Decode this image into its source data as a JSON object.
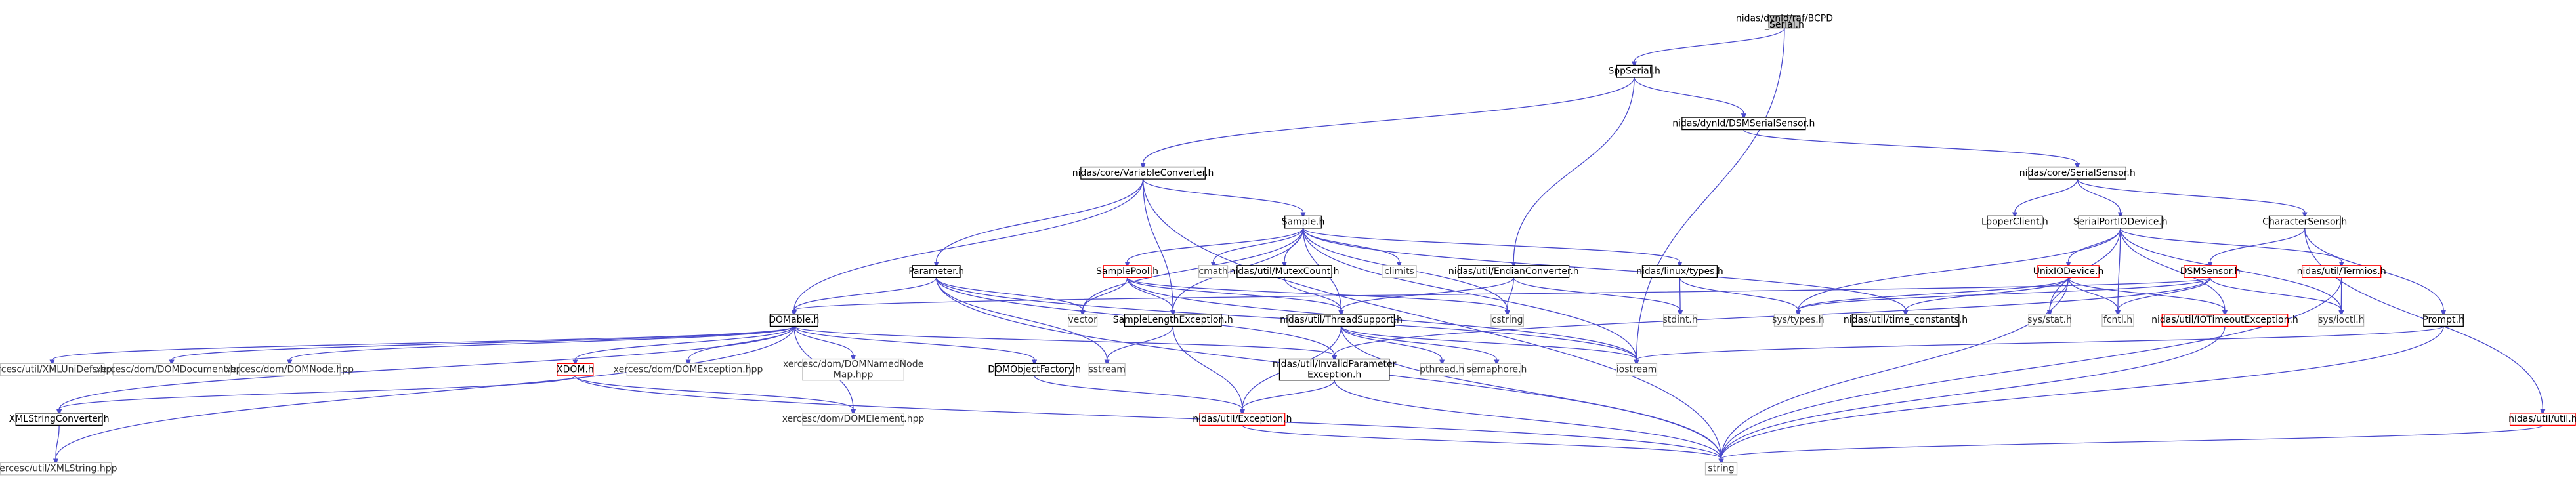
{
  "colors": {
    "edge": "#4a4acc",
    "root_fill": "#bfbfbf",
    "root_stroke": "#000000",
    "node_stroke": "#000000",
    "ext_stroke": "#bfbfbf",
    "red_stroke": "#ff0000",
    "text": "#000000",
    "ext_text": "#333333"
  },
  "nodes": [
    {
      "id": "root",
      "lines": [
        "nidas/dynld/raf/BCPD",
        "_Serial.h"
      ],
      "kind": "root"
    },
    {
      "id": "spp",
      "lines": [
        "SppSerial.h"
      ],
      "kind": "internal"
    },
    {
      "id": "dsmserial",
      "lines": [
        "nidas/dynld/DSMSerialSensor.h"
      ],
      "kind": "internal"
    },
    {
      "id": "varconv",
      "lines": [
        "nidas/core/VariableConverter.h"
      ],
      "kind": "internal"
    },
    {
      "id": "serialsensor",
      "lines": [
        "nidas/core/SerialSensor.h"
      ],
      "kind": "internal"
    },
    {
      "id": "sample",
      "lines": [
        "Sample.h"
      ],
      "kind": "internal"
    },
    {
      "id": "looper",
      "lines": [
        "LooperClient.h"
      ],
      "kind": "internal"
    },
    {
      "id": "serialport",
      "lines": [
        "SerialPortIODevice.h"
      ],
      "kind": "internal"
    },
    {
      "id": "charsensor",
      "lines": [
        "CharacterSensor.h"
      ],
      "kind": "internal"
    },
    {
      "id": "parameter",
      "lines": [
        "Parameter.h"
      ],
      "kind": "internal"
    },
    {
      "id": "samplepool",
      "lines": [
        "SamplePool.h"
      ],
      "kind": "red"
    },
    {
      "id": "cmath",
      "lines": [
        "cmath"
      ],
      "kind": "external"
    },
    {
      "id": "mutexcount",
      "lines": [
        "nidas/util/MutexCount.h"
      ],
      "kind": "internal"
    },
    {
      "id": "climits",
      "lines": [
        "climits"
      ],
      "kind": "external"
    },
    {
      "id": "endian",
      "lines": [
        "nidas/util/EndianConverter.h"
      ],
      "kind": "internal"
    },
    {
      "id": "linuxtypes",
      "lines": [
        "nidas/linux/types.h"
      ],
      "kind": "internal"
    },
    {
      "id": "unixio",
      "lines": [
        "UnixIODevice.h"
      ],
      "kind": "red"
    },
    {
      "id": "dsmsensor",
      "lines": [
        "DSMSensor.h"
      ],
      "kind": "red"
    },
    {
      "id": "termios",
      "lines": [
        "nidas/util/Termios.h"
      ],
      "kind": "red"
    },
    {
      "id": "domable",
      "lines": [
        "DOMable.h"
      ],
      "kind": "internal"
    },
    {
      "id": "vector",
      "lines": [
        "vector"
      ],
      "kind": "external"
    },
    {
      "id": "samplelen",
      "lines": [
        "SampleLengthException.h"
      ],
      "kind": "internal"
    },
    {
      "id": "cstring",
      "lines": [
        "cstring"
      ],
      "kind": "external"
    },
    {
      "id": "threadsupport",
      "lines": [
        "nidas/util/ThreadSupport.h"
      ],
      "kind": "internal"
    },
    {
      "id": "stdint",
      "lines": [
        "stdint.h"
      ],
      "kind": "external"
    },
    {
      "id": "systypes",
      "lines": [
        "sys/types.h"
      ],
      "kind": "external"
    },
    {
      "id": "timeconst",
      "lines": [
        "nidas/util/time_constants.h"
      ],
      "kind": "internal"
    },
    {
      "id": "sysstat",
      "lines": [
        "sys/stat.h"
      ],
      "kind": "external"
    },
    {
      "id": "fcntl",
      "lines": [
        "fcntl.h"
      ],
      "kind": "external"
    },
    {
      "id": "iotimeout",
      "lines": [
        "nidas/util/IOTimeoutException.h"
      ],
      "kind": "red"
    },
    {
      "id": "sysioctl",
      "lines": [
        "sys/ioctl.h"
      ],
      "kind": "external"
    },
    {
      "id": "prompt",
      "lines": [
        "Prompt.h"
      ],
      "kind": "internal"
    },
    {
      "id": "xmllinidefs",
      "lines": [
        "xercesc/util/XMLUniDefs.hpp"
      ],
      "kind": "external"
    },
    {
      "id": "domdocument",
      "lines": [
        "xercesc/dom/DOMDocument.hpp"
      ],
      "kind": "external"
    },
    {
      "id": "domnode",
      "lines": [
        "xercesc/dom/DOMNode.hpp"
      ],
      "kind": "external"
    },
    {
      "id": "xdom",
      "lines": [
        "XDOM.h"
      ],
      "kind": "red"
    },
    {
      "id": "domexception",
      "lines": [
        "xercesc/dom/DOMException.hpp"
      ],
      "kind": "external"
    },
    {
      "id": "domnamednode",
      "lines": [
        "xercesc/dom/DOMNamedNode",
        "Map.hpp"
      ],
      "kind": "external"
    },
    {
      "id": "domobjfactory",
      "lines": [
        "DOMObjectFactory.h"
      ],
      "kind": "internal"
    },
    {
      "id": "sstream",
      "lines": [
        "sstream"
      ],
      "kind": "external"
    },
    {
      "id": "invalidparam",
      "lines": [
        "nidas/util/InvalidParameter",
        "Exception.h"
      ],
      "kind": "internal"
    },
    {
      "id": "pthread",
      "lines": [
        "pthread.h"
      ],
      "kind": "external"
    },
    {
      "id": "semaphore",
      "lines": [
        "semaphore.h"
      ],
      "kind": "external"
    },
    {
      "id": "iostream",
      "lines": [
        "iostream"
      ],
      "kind": "external"
    },
    {
      "id": "xmlstrconv",
      "lines": [
        "XMLStringConverter.h"
      ],
      "kind": "internal"
    },
    {
      "id": "domelement",
      "lines": [
        "xercesc/dom/DOMElement.hpp"
      ],
      "kind": "external"
    },
    {
      "id": "exception",
      "lines": [
        "nidas/util/Exception.h"
      ],
      "kind": "red"
    },
    {
      "id": "utilh",
      "lines": [
        "nidas/util/util.h"
      ],
      "kind": "red"
    },
    {
      "id": "xmlstring",
      "lines": [
        "xercesc/util/XMLString.hpp"
      ],
      "kind": "external"
    },
    {
      "id": "string",
      "lines": [
        "string"
      ],
      "kind": "external"
    }
  ],
  "edges": [
    [
      "root",
      "spp"
    ],
    [
      "root",
      "iostream"
    ],
    [
      "spp",
      "dsmserial"
    ],
    [
      "spp",
      "varconv"
    ],
    [
      "spp",
      "endian"
    ],
    [
      "dsmserial",
      "serialsensor"
    ],
    [
      "varconv",
      "sample"
    ],
    [
      "varconv",
      "parameter"
    ],
    [
      "varconv",
      "domable"
    ],
    [
      "varconv",
      "samplelen"
    ],
    [
      "varconv",
      "string"
    ],
    [
      "serialsensor",
      "looper"
    ],
    [
      "serialsensor",
      "serialport"
    ],
    [
      "serialsensor",
      "charsensor"
    ],
    [
      "sample",
      "samplepool"
    ],
    [
      "sample",
      "cmath"
    ],
    [
      "sample",
      "mutexcount"
    ],
    [
      "sample",
      "climits"
    ],
    [
      "sample",
      "linuxtypes"
    ],
    [
      "sample",
      "vector"
    ],
    [
      "sample",
      "samplelen"
    ],
    [
      "sample",
      "cstring"
    ],
    [
      "sample",
      "threadsupport"
    ],
    [
      "sample",
      "timeconst"
    ],
    [
      "sample",
      "iostream"
    ],
    [
      "parameter",
      "domable"
    ],
    [
      "parameter",
      "vector"
    ],
    [
      "parameter",
      "sstream"
    ],
    [
      "parameter",
      "iostream"
    ],
    [
      "parameter",
      "string"
    ],
    [
      "parameter",
      "invalidparam"
    ],
    [
      "samplepool",
      "vector"
    ],
    [
      "samplepool",
      "samplelen"
    ],
    [
      "samplepool",
      "threadsupport"
    ],
    [
      "samplepool",
      "cstring"
    ],
    [
      "samplepool",
      "iostream"
    ],
    [
      "mutexcount",
      "threadsupport"
    ],
    [
      "endian",
      "stdint"
    ],
    [
      "endian",
      "cstring"
    ],
    [
      "endian",
      "threadsupport"
    ],
    [
      "linuxtypes",
      "systypes"
    ],
    [
      "linuxtypes",
      "stdint"
    ],
    [
      "serialport",
      "unixio"
    ],
    [
      "serialport",
      "termios"
    ],
    [
      "serialport",
      "sysstat"
    ],
    [
      "serialport",
      "fcntl"
    ],
    [
      "serialport",
      "iotimeout"
    ],
    [
      "serialport",
      "systypes"
    ],
    [
      "serialport",
      "sysioctl"
    ],
    [
      "charsensor",
      "dsmsensor"
    ],
    [
      "charsensor",
      "prompt"
    ],
    [
      "charsensor",
      "utilh"
    ],
    [
      "unixio",
      "systypes"
    ],
    [
      "unixio",
      "sysstat"
    ],
    [
      "unixio",
      "fcntl"
    ],
    [
      "unixio",
      "iotimeout"
    ],
    [
      "unixio",
      "timeconst"
    ],
    [
      "unixio",
      "string"
    ],
    [
      "dsmsensor",
      "domable"
    ],
    [
      "dsmsensor",
      "systypes"
    ],
    [
      "dsmsensor",
      "fcntl"
    ],
    [
      "dsmsensor",
      "invalidparam"
    ],
    [
      "dsmsensor",
      "sysioctl"
    ],
    [
      "termios",
      "sysioctl"
    ],
    [
      "termios",
      "string"
    ],
    [
      "domable",
      "xmllinidefs"
    ],
    [
      "domable",
      "domdocument"
    ],
    [
      "domable",
      "domnode"
    ],
    [
      "domable",
      "xdom"
    ],
    [
      "domable",
      "domexception"
    ],
    [
      "domable",
      "domnamednode"
    ],
    [
      "domable",
      "domobjfactory"
    ],
    [
      "domable",
      "invalidparam"
    ],
    [
      "domable",
      "domelement"
    ],
    [
      "domable",
      "xmlstrconv"
    ],
    [
      "domable",
      "xmlstring"
    ],
    [
      "samplelen",
      "sstream"
    ],
    [
      "samplelen",
      "exception"
    ],
    [
      "threadsupport",
      "pthread"
    ],
    [
      "threadsupport",
      "semaphore"
    ],
    [
      "threadsupport",
      "iostream"
    ],
    [
      "threadsupport",
      "exception"
    ],
    [
      "threadsupport",
      "string"
    ],
    [
      "iotimeout",
      "string"
    ],
    [
      "prompt",
      "iostream"
    ],
    [
      "prompt",
      "string"
    ],
    [
      "xdom",
      "xmlstrconv"
    ],
    [
      "xdom",
      "domelement"
    ],
    [
      "xdom",
      "string"
    ],
    [
      "domobjfactory",
      "exception"
    ],
    [
      "invalidparam",
      "exception"
    ],
    [
      "invalidparam",
      "string"
    ],
    [
      "xmlstrconv",
      "xmlstring"
    ],
    [
      "exception",
      "string"
    ],
    [
      "utilh",
      "string"
    ]
  ]
}
